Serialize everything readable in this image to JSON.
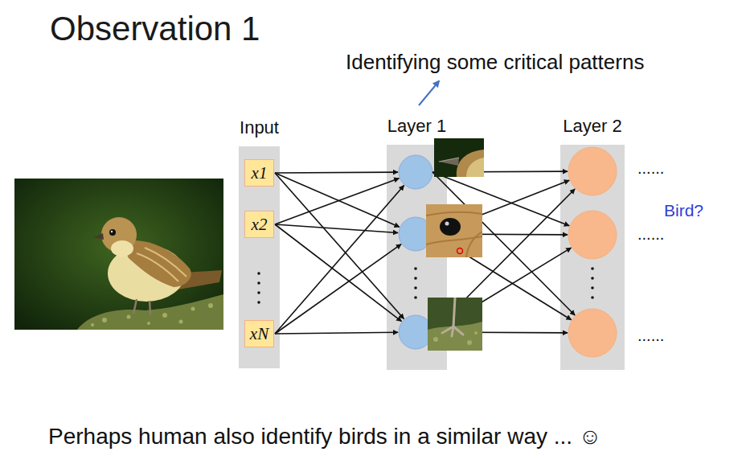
{
  "diagram": {
    "title": "Observation 1",
    "caption": "Perhaps human also identify birds in a similar way ... ☺",
    "nodes": [
      {
        "text": [
          "Input"
        ]
      },
      {
        "text": [
          "x1"
        ],
        "in": 0
      },
      {
        "text": [
          "x2"
        ],
        "in": 0
      },
      {
        "text": [
          "xN"
        ],
        "in": 0
      },
      {
        "text": [
          "Layer 1"
        ]
      },
      {
        "text": [
          "Layer 2"
        ]
      }
    ],
    "labels": [
      "Identifying some critical patterns",
      "......",
      "......",
      "......",
      "Bird?"
    ]
  }
}
